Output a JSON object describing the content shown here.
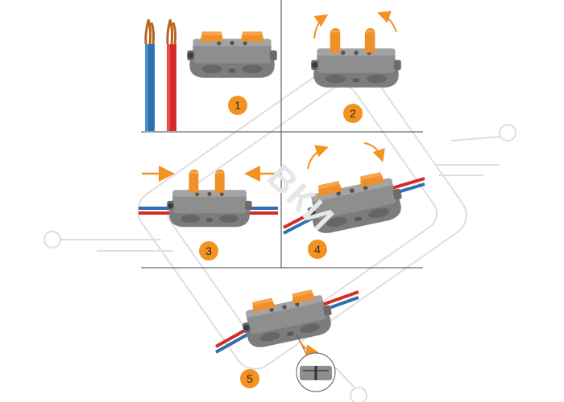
{
  "steps": [
    {
      "number": "1"
    },
    {
      "number": "2"
    },
    {
      "number": "3"
    },
    {
      "number": "4"
    },
    {
      "number": "5"
    }
  ],
  "watermark": {
    "text": "ВКИ"
  },
  "colors": {
    "accent": "#f39221",
    "connector_body": "#8e8e8e",
    "connector_dark": "#6b6b6b",
    "wire_blue": "#2e6fb0",
    "wire_red": "#d42a2a",
    "copper": "#b5651d",
    "divider": "#444444",
    "watermark_stroke": "#d9d9d9"
  }
}
